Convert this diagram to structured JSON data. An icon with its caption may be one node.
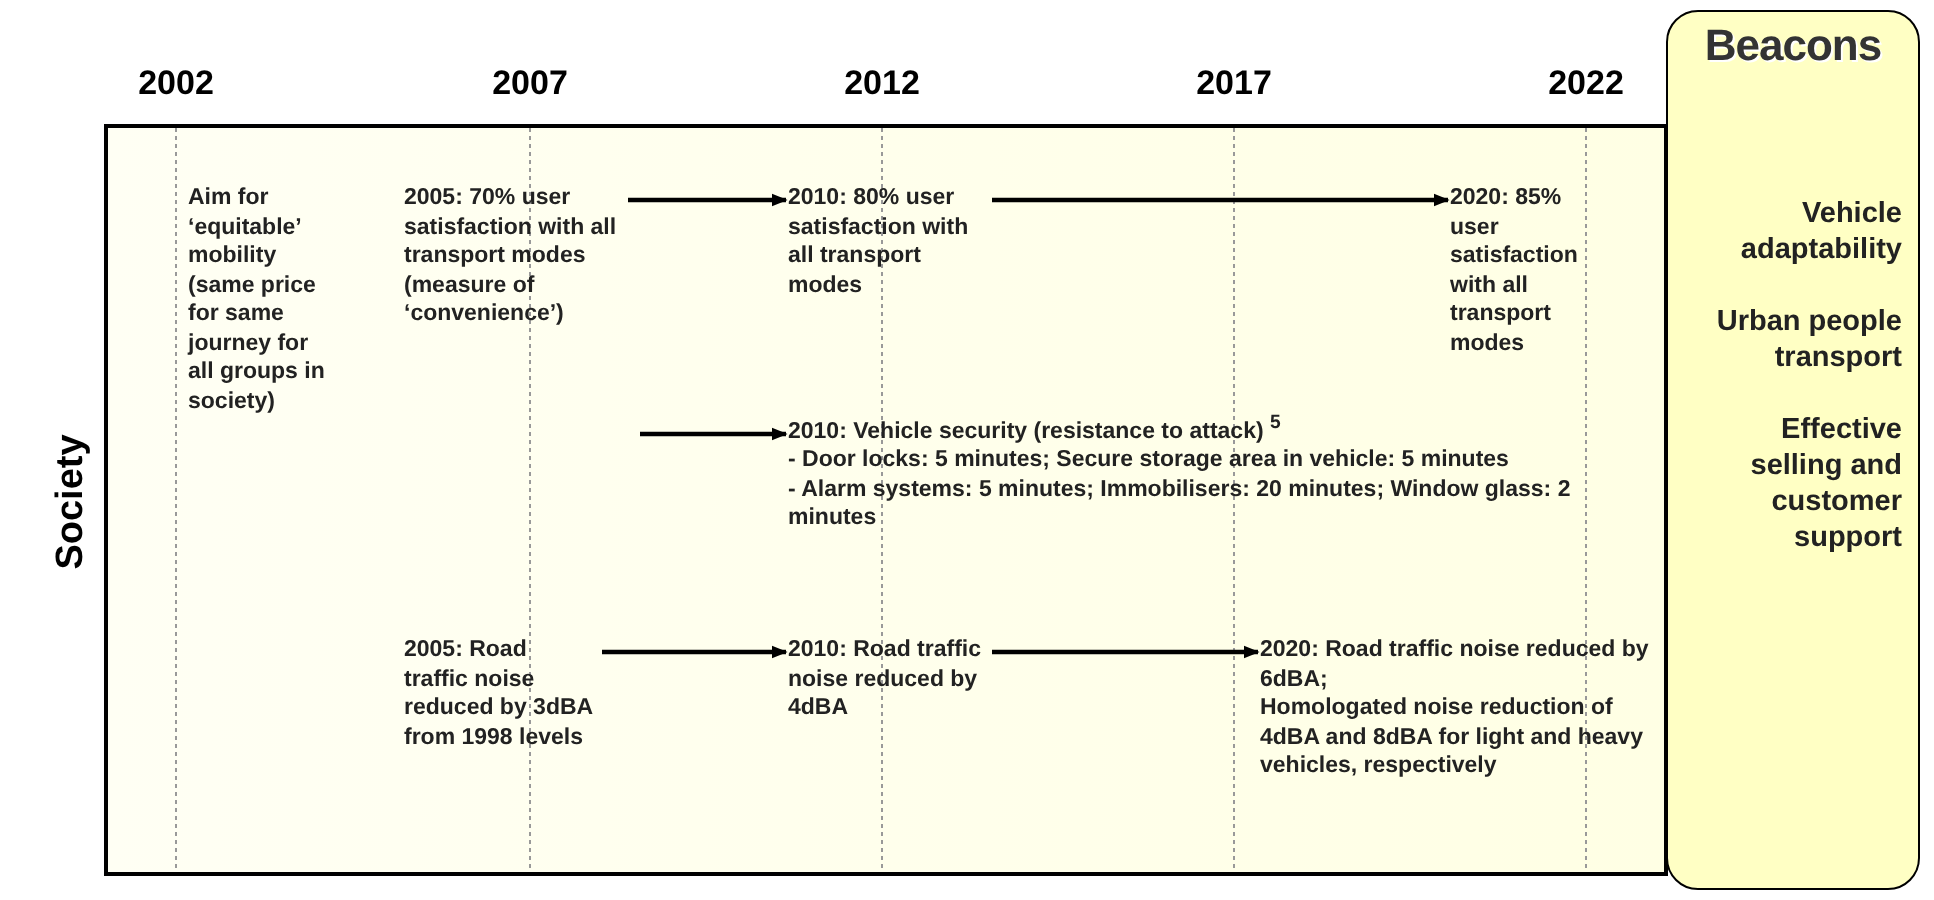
{
  "diagram": {
    "nodes": [
      {
        "text": [
          "Society"
        ]
      },
      {
        "text": [
          "Aim for ‘equitable’ mobility (same price for same journey for all groups in society)"
        ],
        "in": 0
      },
      {
        "text": [
          "2005: 70% user satisfaction with all transport modes (measure of ‘convenience’)"
        ],
        "in": 0
      },
      {
        "text": [
          "2010: 80% user satisfaction with all transport modes"
        ],
        "in": 0
      },
      {
        "text": [
          "2020: 85% user satisfaction with all transport modes"
        ],
        "in": 0
      },
      {
        "text": [
          "2010: Vehicle security (resistance to attack) $^{5}$",
          "- Door locks: 5 minutes; Secure storage area in vehicle: 5 minutes",
          "- Alarm systems: 5 minutes; Immobilisers: 20 minutes; Window glass: 2 minutes"
        ],
        "in": 0
      },
      {
        "text": [
          "2005: Road traffic noise reduced by 3dBA from 1998 levels"
        ],
        "in": 0
      },
      {
        "text": [
          "2010: Road traffic noise reduced by 4dBA"
        ],
        "in": 0
      },
      {
        "text": [
          "2020: Road traffic noise reduced by 6dBA;",
          "Homologated noise reduction of 4dBA and 8dBA for light and heavy vehicles, respectively"
        ],
        "in": 0
      },
      {
        "text": [
          "Beacons",
          "Vehicle adaptability",
          "Urban people transport",
          "Effective selling and customer support"
        ]
      }
    ],
    "edges": [
      {
        "from": 2,
        "to": 3,
        "arrow": "to"
      },
      {
        "from": 3,
        "to": 4,
        "arrow": "to"
      },
      {
        "from": null,
        "to": 5,
        "arrow": "to"
      },
      {
        "from": 6,
        "to": 7,
        "arrow": "to"
      },
      {
        "from": 7,
        "to": 8,
        "arrow": "to"
      }
    ],
    "labels": [
      "2002",
      "2007",
      "2012",
      "2017",
      "2022"
    ]
  }
}
